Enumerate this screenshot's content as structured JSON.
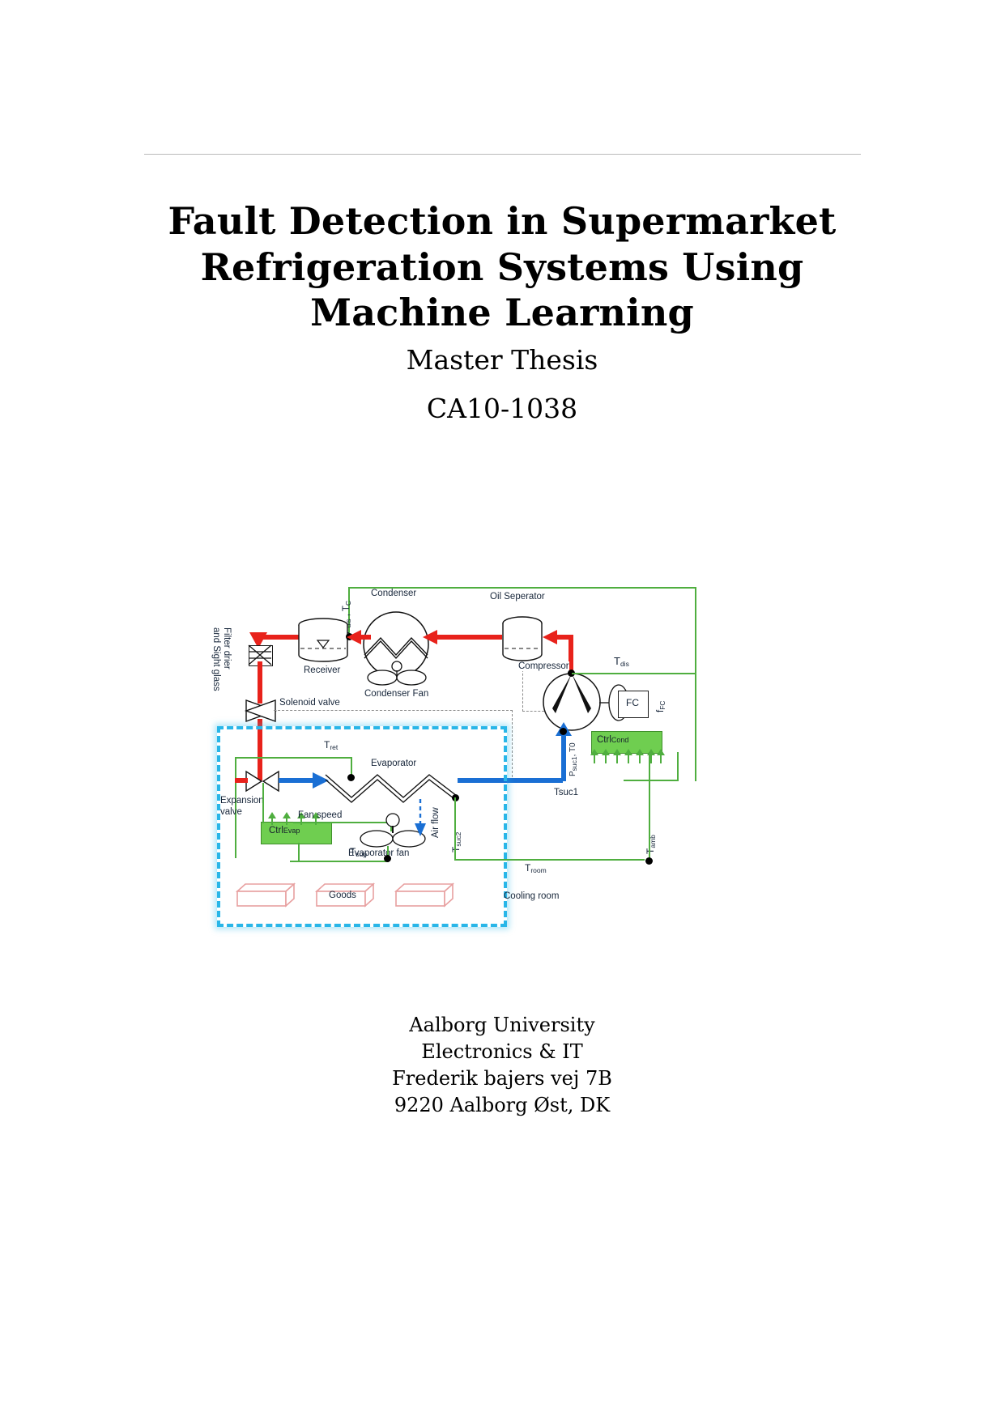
{
  "document": {
    "title_lines": [
      "Fault Detection in Supermarket",
      "Refrigeration Systems Using",
      "Machine Learning"
    ],
    "subtitle": "Master Thesis",
    "project_code": "CA10-1038",
    "address_lines": [
      "Aalborg University",
      "Electronics & IT",
      "Frederik bajers vej 7B",
      "9220 Aalborg Øst, DK"
    ]
  },
  "figure": {
    "name": "supermarket-refrigeration-system-diagram",
    "labels": {
      "p_dis_tc": "P",
      "p_dis_tc_sub": "dis",
      "p_dis_tc_rest": " , T",
      "p_dis_tc_sub2": "C",
      "filter_drier": "Filter drier",
      "sight_glass": "and Sight glass",
      "receiver": "Receiver",
      "condenser": "Condenser",
      "condenser_fan": "Condenser Fan",
      "oil_separator": "Oil Seperator",
      "compressor": "Compressor",
      "fc": "FC",
      "f_fc": "f",
      "f_fc_sub": "FC",
      "t_dis": "T",
      "t_dis_sub": "dis",
      "ctrl": "Ctrl",
      "cond": "Cond",
      "evap": "Evap",
      "p_suc1_t0": "P",
      "p_suc1_t0_sub": "suc1",
      "p_suc1_t0_rest": ", T0",
      "tsuc1": "Tsuc1",
      "t_suc2": "T",
      "t_suc2_sub": "suc2",
      "t_amb": "T",
      "t_amb_sub": "amb",
      "t_room": "T",
      "t_room_sub": "room",
      "t_ret": "T",
      "t_ret_sub": "ret",
      "t_sup": "T",
      "t_sup_sub": "sup",
      "solenoid_valve": "Solenoid valve",
      "expansion_valve_l1": "Expansion",
      "expansion_valve_l2": "valve",
      "evaporator": "Evaporator",
      "evaporator_fan": "Evaporator fan",
      "fan_speed": "Fan speed",
      "air_flow": "Air flow",
      "goods": "Goods",
      "cooling_room": "Cooling room"
    },
    "colors": {
      "high_pressure_line": "#e8221b",
      "low_pressure_line": "#1a6fd4",
      "signal_line": "#4fae3f",
      "room_boundary": "#29b6e8",
      "controller_fill": "#6fce50",
      "goods_fill": "#ffffff",
      "goods_border": "#e8a0a0"
    }
  }
}
